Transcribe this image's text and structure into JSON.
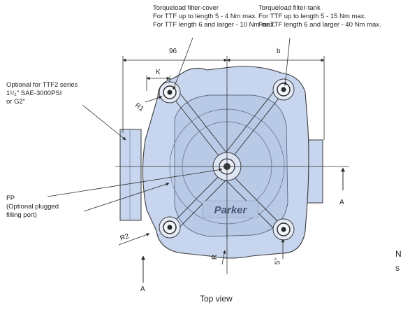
{
  "annotations": {
    "cover_torque": {
      "title": "Torqueload filter-cover",
      "line1": "For TTF up to length 5 - 4 Nm max.",
      "line2": "For TTF length 6 and larger - 10 Nm max."
    },
    "tank_torque": {
      "title": "Torqueload filter-tank",
      "line1": "For TTF up to length 5 - 15 Nm max.",
      "line2": "For TTF length 6 and larger - 40 Nm max."
    },
    "optional_port": {
      "line1": "Optional for TTF2 series",
      "line2": "1¹/₂\" SAE-3000PSI",
      "line3": "or G2\""
    },
    "fill_port": {
      "line1": "FP",
      "line2": "(Optional plugged",
      "line3": "filling port)"
    }
  },
  "dimensions": {
    "width_96": "96",
    "b": "b",
    "k": "K",
    "r1": "R1",
    "r2": "R2",
    "r": "R",
    "angle": "5°"
  },
  "section_marks": {
    "a_bottom": "A",
    "a_right": "A"
  },
  "logo_text": "Parker",
  "caption": "Top view",
  "cutoff_text": {
    "line1": "N",
    "line2": "s"
  },
  "colors": {
    "body": "#c7d6ee",
    "body_dark": "#aebfdb",
    "line": "#3a3a3a",
    "ink": "#1f1f1f"
  }
}
